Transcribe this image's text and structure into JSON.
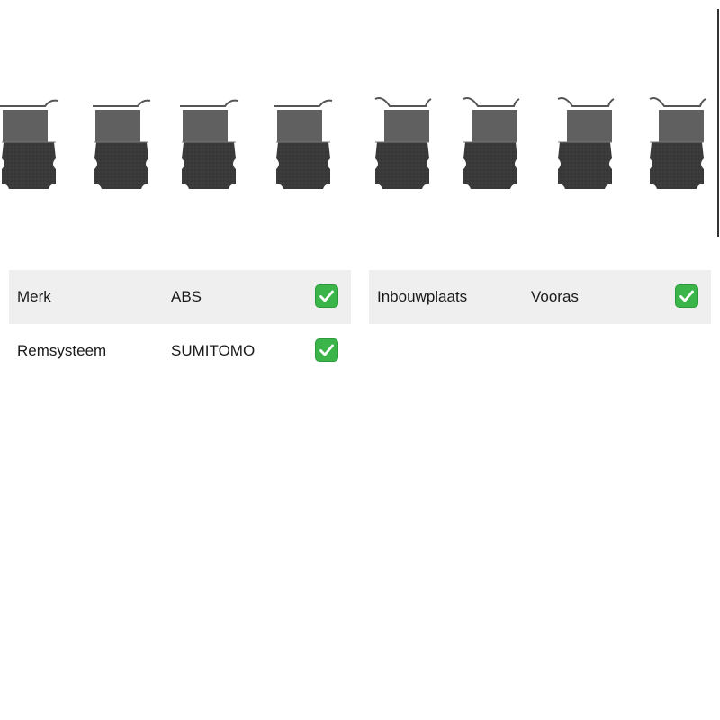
{
  "product": {
    "image_icon": "brake-pad-clip-set",
    "parts": [
      {
        "name": "clip-1"
      },
      {
        "name": "clip-2"
      },
      {
        "name": "clip-3"
      },
      {
        "name": "clip-4"
      },
      {
        "name": "clip-5"
      },
      {
        "name": "clip-6"
      },
      {
        "name": "clip-7"
      },
      {
        "name": "clip-8"
      }
    ]
  },
  "specs_left": [
    {
      "label": "Merk",
      "value": "ABS",
      "icon": "check-icon"
    },
    {
      "label": "Remsysteem",
      "value": "SUMITOMO",
      "icon": "check-icon"
    }
  ],
  "specs_right": [
    {
      "label": "Inbouwplaats",
      "value": "Vooras",
      "icon": "check-icon"
    }
  ],
  "colors": {
    "check_background": "#3bb54a",
    "row_shade": "#efefef",
    "part_dark": "#3d3d3d",
    "part_light": "#606060"
  }
}
